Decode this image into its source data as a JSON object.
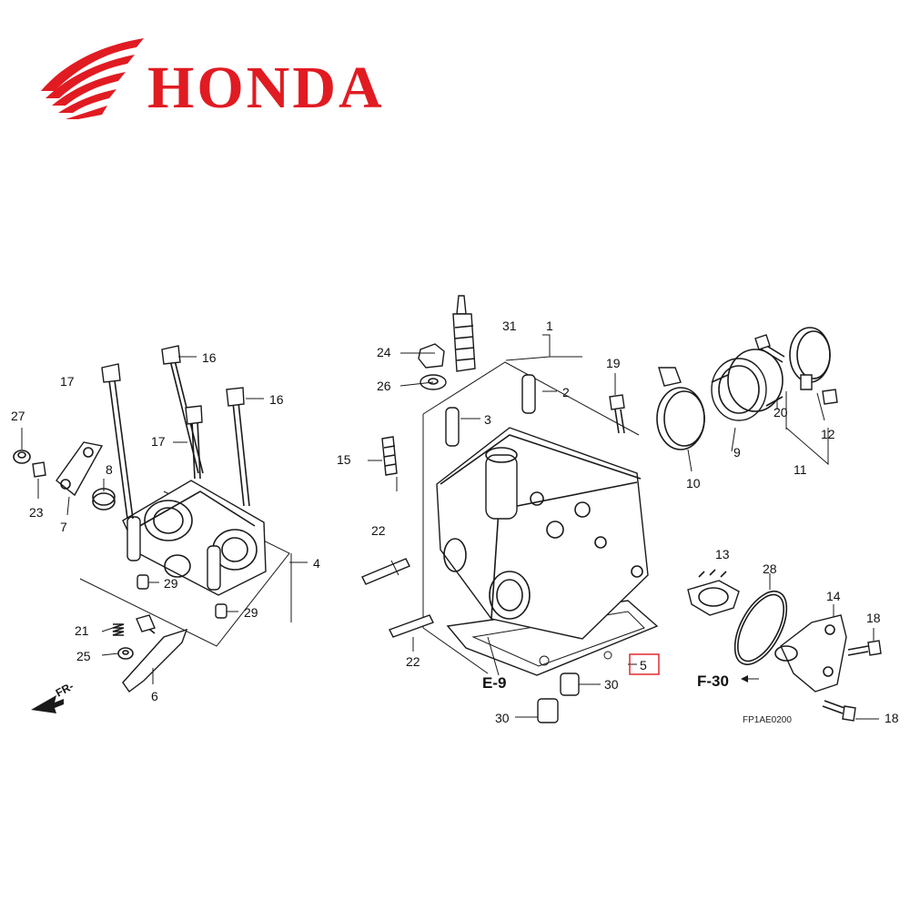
{
  "brand": {
    "name": "HONDA",
    "color": "#e11b22"
  },
  "diagram_code": "FP1AE0200",
  "orientation_label": "FR-",
  "highlight_color": "#e11b22",
  "ref_labels": [
    "E-9",
    "F-30"
  ],
  "callouts": [
    "1",
    "2",
    "3",
    "4",
    "5",
    "6",
    "7",
    "8",
    "9",
    "10",
    "11",
    "12",
    "13",
    "14",
    "15",
    "16",
    "16",
    "17",
    "17",
    "18",
    "18",
    "19",
    "20",
    "21",
    "22",
    "22",
    "23",
    "24",
    "25",
    "26",
    "27",
    "28",
    "29",
    "29",
    "30",
    "30",
    "31"
  ]
}
